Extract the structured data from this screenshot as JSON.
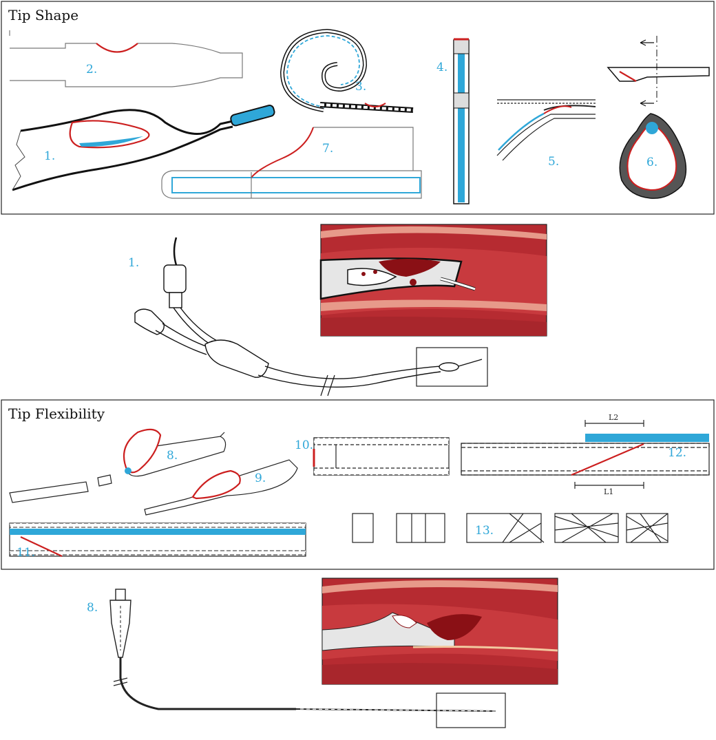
{
  "colors": {
    "accent_blue": "#2fa7d8",
    "accent_red": "#cc1f1f",
    "line": "#222222",
    "tissue_dark": "#a8262c",
    "tissue_light": "#e79a8a",
    "clot": "#8a1015",
    "lumen": "#e6e6e6"
  },
  "panels": {
    "tip_shape": {
      "title": "Tip Shape",
      "labels": [
        "1.",
        "2.",
        "3.",
        "4.",
        "5.",
        "6.",
        "7."
      ]
    },
    "tip_flexibility": {
      "title": "Tip Flexibility",
      "labels": [
        "8.",
        "9.",
        "10.",
        "11.",
        "12.",
        "13."
      ],
      "dims": {
        "upper": "L2",
        "lower": "L1"
      }
    }
  },
  "devices": {
    "device_1_label": "1.",
    "device_8_label": "8."
  }
}
